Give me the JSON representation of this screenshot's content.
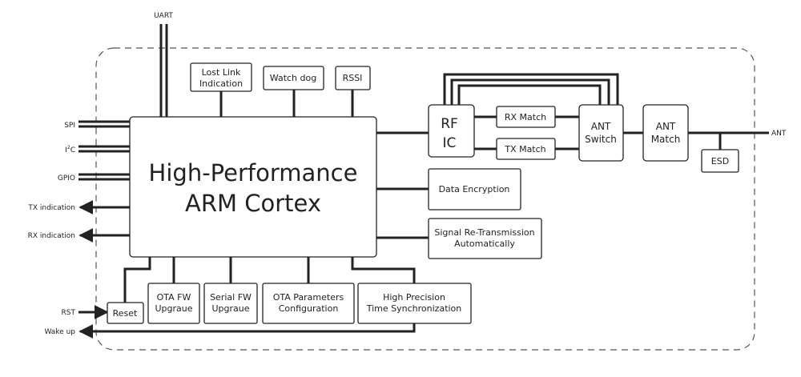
{
  "diagram": {
    "core": {
      "line1": "High-Performance",
      "line2": "ARM Cortex"
    },
    "top_blocks": {
      "lost_link": [
        "Lost Link",
        "Indication"
      ],
      "watchdog": "Watch dog",
      "rssi": "RSSI"
    },
    "rf": {
      "rf_ic": [
        "RF",
        "IC"
      ],
      "rx_match": "RX Match",
      "tx_match": "TX Match",
      "ant_switch": [
        "ANT",
        "Switch"
      ],
      "ant_match": [
        "ANT",
        "Match"
      ],
      "esd": "ESD",
      "data_encryption": "Data Encryption",
      "retransmission": [
        "Signal Re-Transmission",
        "Automatically"
      ]
    },
    "bottom_blocks": {
      "reset": "Reset",
      "ota_fw": [
        "OTA FW",
        "Upgraue"
      ],
      "serial_fw": [
        "Serial FW",
        "Upgraue"
      ],
      "ota_params": [
        "OTA Parameters",
        "Configuration"
      ],
      "time_sync": [
        "High Precision",
        "Time Synchronization"
      ]
    },
    "io_labels": {
      "uart": "UART",
      "spi": "SPI",
      "i2c_main": "I",
      "i2c_sup": "2",
      "i2c_tail": "C",
      "gpio": "GPIO",
      "tx_indication": "TX indication",
      "rx_indication": "RX indication",
      "rst": "RST",
      "wake_up": "Wake up",
      "ant": "ANT"
    },
    "colors": {
      "stroke": "#222222",
      "boundary": "#555555",
      "fill": "#ffffff"
    }
  }
}
